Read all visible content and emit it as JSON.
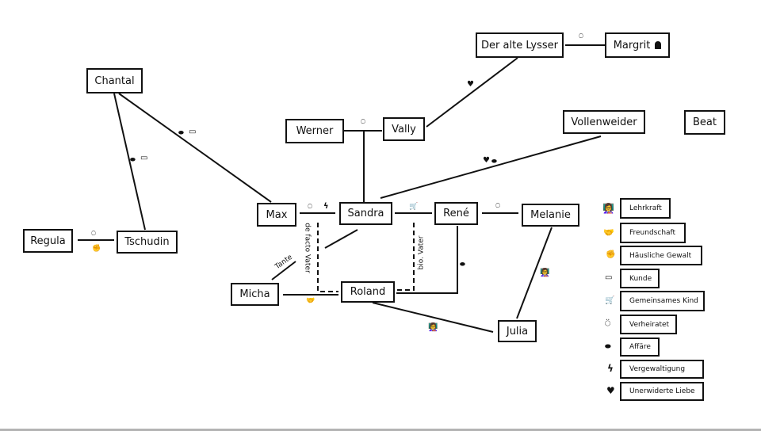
{
  "persons": {
    "der_alte_lysser": "Der alte Lysser",
    "margrit": "Margrit",
    "chantal": "Chantal",
    "werner": "Werner",
    "vally": "Vally",
    "vollenweider": "Vollenweider",
    "beat": "Beat",
    "regula": "Regula",
    "tschudin": "Tschudin",
    "max": "Max",
    "sandra": "Sandra",
    "rene": "René",
    "melanie": "Melanie",
    "micha": "Micha",
    "roland": "Roland",
    "julia": "Julia"
  },
  "status_icons": {
    "margrit": "tombstone-icon"
  },
  "relations": [
    {
      "from": "Der alte Lysser",
      "to": "Margrit",
      "types": [
        "Verheiratet"
      ]
    },
    {
      "from": "Der alte Lysser",
      "to": "Vally",
      "types": [
        "Unerwiderte Liebe"
      ]
    },
    {
      "from": "Chantal",
      "to": "Max",
      "types": [
        "Affäre",
        "Kunde"
      ]
    },
    {
      "from": "Chantal",
      "to": "Tschudin",
      "types": [
        "Affäre",
        "Kunde"
      ]
    },
    {
      "from": "Regula",
      "to": "Tschudin",
      "types": [
        "Verheiratet",
        "Häusliche Gewalt"
      ]
    },
    {
      "from": "Werner",
      "to": "Vally",
      "types": [
        "Verheiratet"
      ]
    },
    {
      "from": "Werner-Vally",
      "to": "Sandra",
      "types": [
        "Kind"
      ]
    },
    {
      "from": "Vollenweider",
      "to": "Sandra",
      "types": [
        "Unerwiderte Liebe",
        "Affäre"
      ]
    },
    {
      "from": "Max",
      "to": "Sandra",
      "types": [
        "Verheiratet",
        "Vergewaltigung"
      ]
    },
    {
      "from": "Sandra",
      "to": "René",
      "types": [
        "Gemeinsames Kind"
      ]
    },
    {
      "from": "René",
      "to": "Melanie",
      "types": [
        "Verheiratet"
      ]
    },
    {
      "from": "Melanie",
      "to": "Julia",
      "types": [
        "Lehrkraft"
      ]
    },
    {
      "from": "Sandra",
      "to": "Micha",
      "types": [],
      "label": "Tante"
    },
    {
      "from": "Max",
      "to": "Roland",
      "types": [],
      "label": "de facto Vater",
      "dashed": true
    },
    {
      "from": "René",
      "to": "Roland",
      "types": [],
      "label": "bio. Vater",
      "dashed": true
    },
    {
      "from": "René",
      "to": "Roland",
      "types": [
        "Affäre"
      ]
    },
    {
      "from": "Micha",
      "to": "Roland",
      "types": [
        "Freundschaft"
      ]
    },
    {
      "from": "Roland",
      "to": "Julia",
      "types": [
        "Lehrkraft"
      ]
    }
  ],
  "edge_labels": {
    "tante": "Tante",
    "de_facto_vater": "de facto Vater",
    "bio_vater": "bio. Vater"
  },
  "legend": [
    {
      "icon": "teacher-icon",
      "label": "Lehrkraft"
    },
    {
      "icon": "handshake-icon",
      "label": "Freundschaft"
    },
    {
      "icon": "fist-icon",
      "label": "Häusliche Gewalt"
    },
    {
      "icon": "money-icon",
      "label": "Kunde"
    },
    {
      "icon": "stroller-icon",
      "label": "Gemeinsames Kind"
    },
    {
      "icon": "ring-icon",
      "label": "Verheiratet"
    },
    {
      "icon": "lips-icon",
      "label": "Affäre"
    },
    {
      "icon": "lightning-icon",
      "label": "Vergewaltigung"
    },
    {
      "icon": "broken-heart-icon",
      "label": "Unerwiderte Liebe"
    }
  ],
  "glyphs": {
    "ring": "⍥",
    "lightning": "ϟ",
    "stroller": "🛒",
    "lips": "⬬",
    "money": "▭",
    "handshake": "🤝",
    "fist": "✊",
    "teacher": "👩‍🏫",
    "broken_heart": "♥",
    "tombstone": "▲"
  }
}
